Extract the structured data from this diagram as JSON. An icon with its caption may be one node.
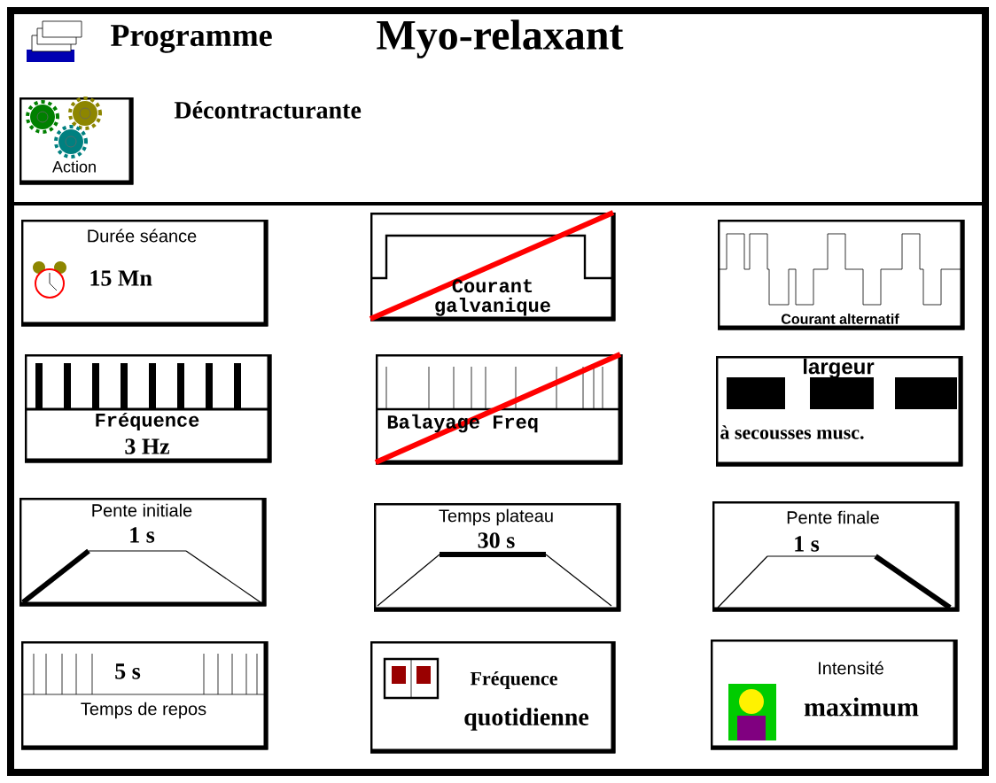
{
  "diagram": {
    "nodes": [
      {
        "text": [
          "Action"
        ]
      },
      {
        "text": [
          "Durée séance",
          "15 Mn"
        ]
      },
      {
        "text": [
          "Courant galvanique"
        ]
      },
      {
        "text": [
          "Courant alternatif"
        ]
      },
      {
        "text": [
          "Fréquence",
          "3 Hz"
        ]
      },
      {
        "text": [
          "Balayage Freq"
        ]
      },
      {
        "text": [
          "largeur",
          "à secousses musc."
        ]
      },
      {
        "text": [
          "Pente initiale",
          "1 s"
        ]
      },
      {
        "text": [
          "Temps plateau",
          "30 s"
        ]
      },
      {
        "text": [
          "Pente finale",
          "1 s"
        ]
      },
      {
        "text": [
          "5 s",
          "Temps de repos"
        ]
      },
      {
        "text": [
          "Fréquence",
          "quotidienne"
        ]
      },
      {
        "text": [
          "Intensité",
          "maximum"
        ]
      }
    ],
    "edges": [],
    "labels": [
      "Programme",
      "Myo-relaxant",
      "Décontracturante"
    ]
  }
}
